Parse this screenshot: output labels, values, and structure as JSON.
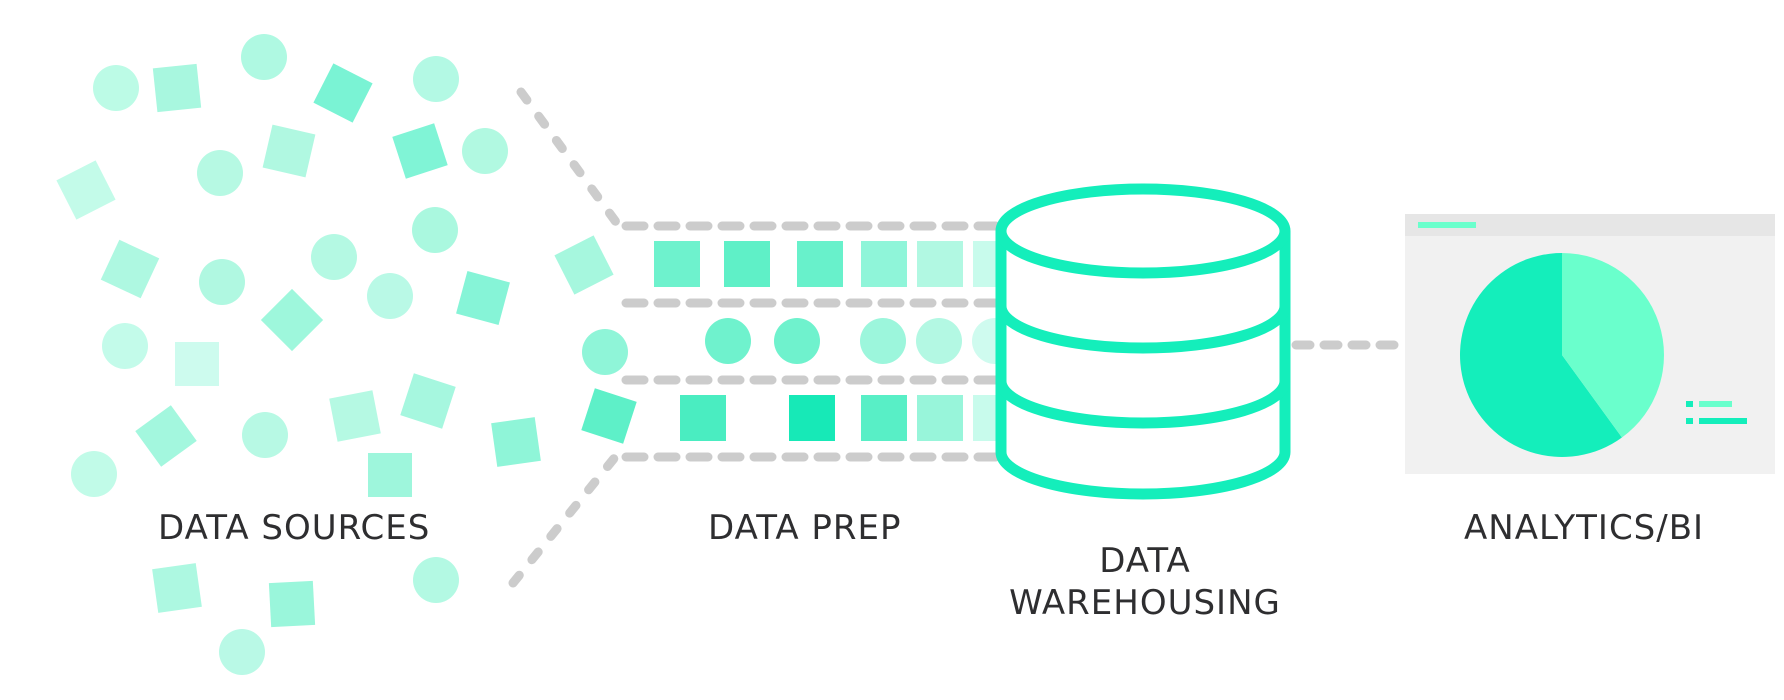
{
  "labels": {
    "data_sources": "DATA SOURCES",
    "data_prep": "DATA PREP",
    "data_warehousing_line1": "DATA",
    "data_warehousing_line2": "WAREHOUSING",
    "analytics_bi": "ANALYTICS/BI"
  },
  "colors": {
    "accent": "#14eebb",
    "accent_light": "#aef8e2",
    "connector_gray": "#cccccc",
    "panel_bg": "#f1f1f1",
    "panel_bar": "#e6e6e6",
    "text": "#2e2e30"
  },
  "pie": {
    "slices": [
      {
        "fraction": 0.6,
        "color": "#14eebb"
      },
      {
        "fraction": 0.4,
        "color": "#6affcc"
      }
    ]
  },
  "icons": {
    "storage": "database-cylinder-icon",
    "dashboard": "analytics-dashboard-icon"
  }
}
